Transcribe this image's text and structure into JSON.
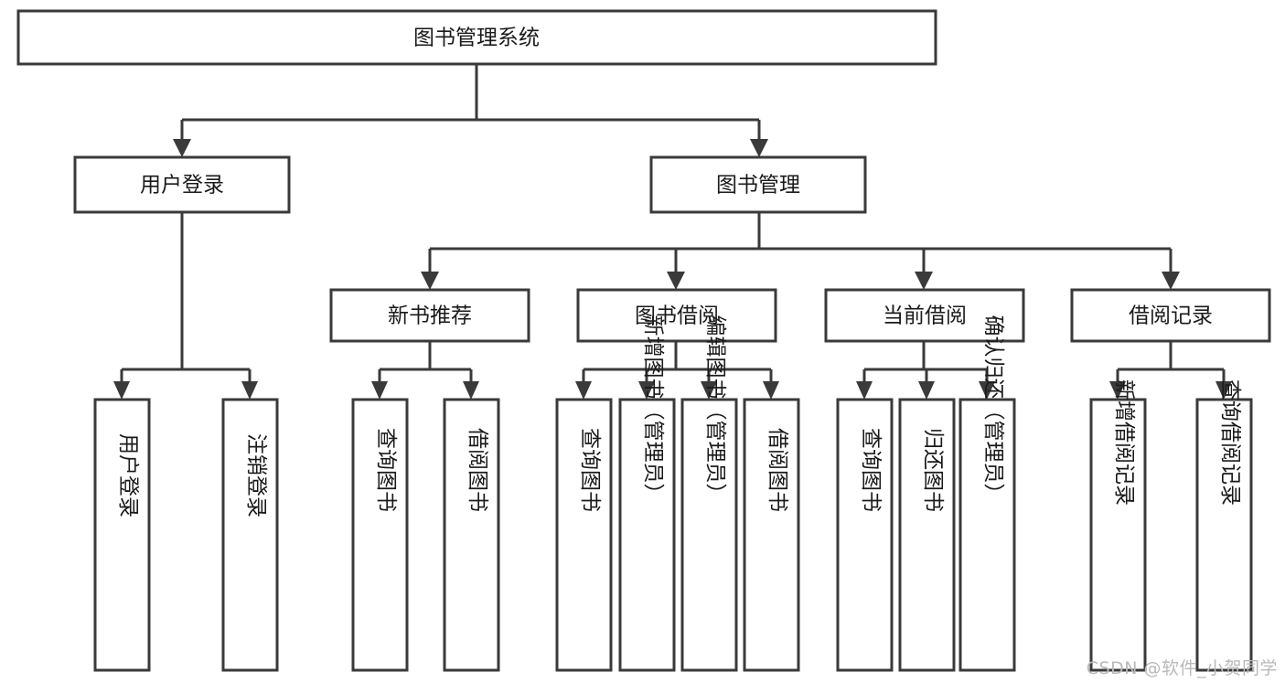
{
  "diagram": {
    "kind": "tree-hierarchy-chart",
    "title": "图书管理系统",
    "watermark": "CSDN @软件_小贺同学",
    "colors": {
      "stroke": "#3a3a3a",
      "fill": "#ffffff",
      "text": "#1a1a1a",
      "watermark": "#b9b9b9"
    },
    "levels": [
      {
        "level": 1,
        "nodes": [
          {
            "id": "root",
            "label": "图书管理系统",
            "orientation": "horizontal"
          }
        ]
      },
      {
        "level": 2,
        "nodes": [
          {
            "id": "user-login",
            "label": "用户登录",
            "orientation": "horizontal",
            "parent": "root"
          },
          {
            "id": "book-manage",
            "label": "图书管理",
            "orientation": "horizontal",
            "parent": "root"
          }
        ]
      },
      {
        "level": 3,
        "nodes": [
          {
            "id": "new-book-rec",
            "label": "新书推荐",
            "orientation": "horizontal",
            "parent": "book-manage"
          },
          {
            "id": "book-borrow",
            "label": "图书借阅",
            "orientation": "horizontal",
            "parent": "book-manage"
          },
          {
            "id": "current-borrow",
            "label": "当前借阅",
            "orientation": "horizontal",
            "parent": "book-manage"
          },
          {
            "id": "borrow-record",
            "label": "借阅记录",
            "orientation": "horizontal",
            "parent": "book-manage"
          }
        ]
      },
      {
        "level": 4,
        "nodes": [
          {
            "id": "leaf-user-login",
            "label": "用户登录",
            "orientation": "vertical",
            "parent": "user-login"
          },
          {
            "id": "leaf-logout",
            "label": "注销登录",
            "orientation": "vertical",
            "parent": "user-login"
          },
          {
            "id": "leaf-query-book-1",
            "label": "查询图书",
            "orientation": "vertical",
            "parent": "new-book-rec"
          },
          {
            "id": "leaf-borrow-book-1",
            "label": "借阅图书",
            "orientation": "vertical",
            "parent": "new-book-rec"
          },
          {
            "id": "leaf-query-book-2",
            "label": "查询图书",
            "orientation": "vertical",
            "parent": "book-borrow"
          },
          {
            "id": "leaf-add-book",
            "label": "新增图书（管理员）",
            "orientation": "vertical",
            "parent": "book-borrow"
          },
          {
            "id": "leaf-edit-book",
            "label": "编辑图书（管理员）",
            "orientation": "vertical",
            "parent": "book-borrow"
          },
          {
            "id": "leaf-borrow-book-2",
            "label": "借阅图书",
            "orientation": "vertical",
            "parent": "book-borrow"
          },
          {
            "id": "leaf-query-book-3",
            "label": "查询图书",
            "orientation": "vertical",
            "parent": "current-borrow"
          },
          {
            "id": "leaf-return-book",
            "label": "归还图书",
            "orientation": "vertical",
            "parent": "current-borrow"
          },
          {
            "id": "leaf-confirm-return",
            "label": "确认归还（管理员）",
            "orientation": "vertical",
            "parent": "current-borrow"
          },
          {
            "id": "leaf-add-record",
            "label": "新增借阅记录",
            "orientation": "vertical",
            "parent": "borrow-record"
          },
          {
            "id": "leaf-query-record",
            "label": "查询借阅记录",
            "orientation": "vertical",
            "parent": "borrow-record"
          }
        ]
      }
    ]
  }
}
